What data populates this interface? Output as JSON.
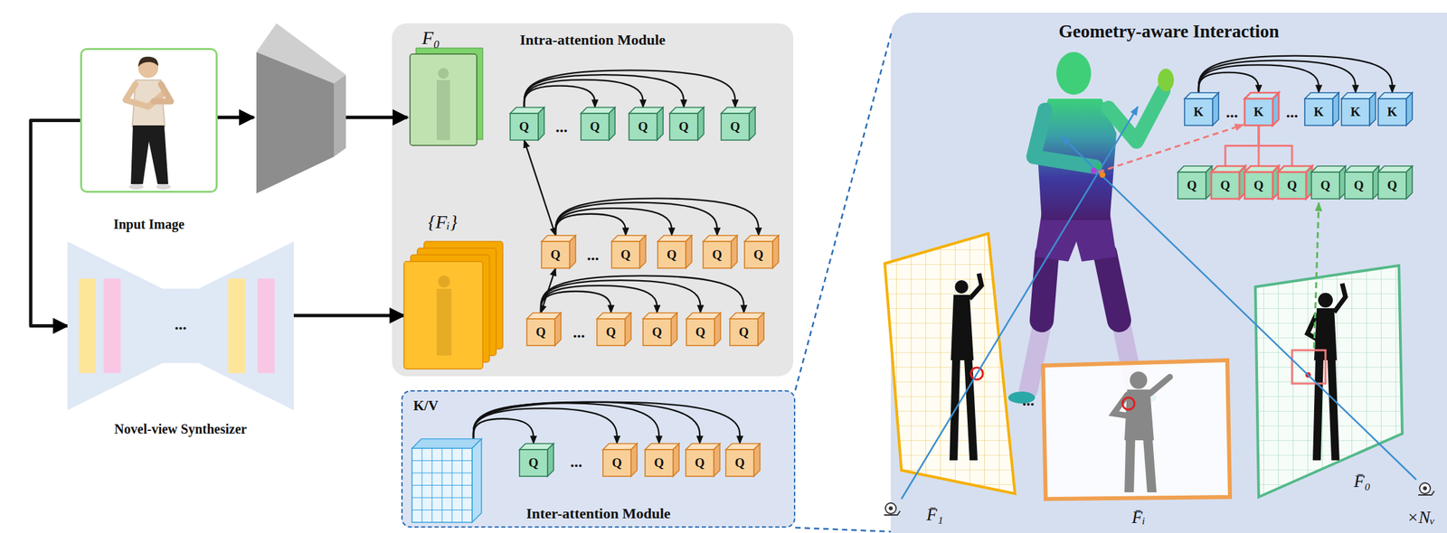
{
  "diagram": {
    "nodes": [
      {
        "text": [
          "Input Image"
        ]
      },
      {
        "text": [
          "Novel-view Synthesizer",
          "..."
        ]
      },
      {
        "text": [
          "Intra-attention Module"
        ]
      },
      {
        "text": [
          "F₀"
        ],
        "in": 2
      },
      {
        "text": [
          "{Fᵢ}"
        ],
        "in": 2
      },
      {
        "text": [
          "Q"
        ],
        "in": 2
      },
      {
        "text": [
          "Q"
        ],
        "in": 2
      },
      {
        "text": [
          "Q"
        ],
        "in": 2
      },
      {
        "text": [
          "Q"
        ],
        "in": 2
      },
      {
        "text": [
          "Q"
        ],
        "in": 2
      },
      {
        "text": [
          "Q"
        ],
        "in": 2
      },
      {
        "text": [
          "Q"
        ],
        "in": 2
      },
      {
        "text": [
          "Q"
        ],
        "in": 2
      },
      {
        "text": [
          "Q"
        ],
        "in": 2
      },
      {
        "text": [
          "Q"
        ],
        "in": 2
      },
      {
        "text": [
          "Q"
        ],
        "in": 2
      },
      {
        "text": [
          "Q"
        ],
        "in": 2
      },
      {
        "text": [
          "Q"
        ],
        "in": 2
      },
      {
        "text": [
          "Q"
        ],
        "in": 2
      },
      {
        "text": [
          "Q"
        ],
        "in": 2
      },
      {
        "text": [
          "Inter-attention Module"
        ]
      },
      {
        "text": [
          "K/V"
        ],
        "in": 20
      },
      {
        "text": [
          "Q"
        ],
        "in": 20
      },
      {
        "text": [
          "Q"
        ],
        "in": 20
      },
      {
        "text": [
          "Q"
        ],
        "in": 20
      },
      {
        "text": [
          "Q"
        ],
        "in": 20
      },
      {
        "text": [
          "Q"
        ],
        "in": 20
      },
      {
        "text": [
          "Geometry-aware Interaction"
        ]
      },
      {
        "text": [
          "K"
        ],
        "in": 27
      },
      {
        "text": [
          "K"
        ],
        "in": 27
      },
      {
        "text": [
          "K"
        ],
        "in": 27
      },
      {
        "text": [
          "K"
        ],
        "in": 27
      },
      {
        "text": [
          "K"
        ],
        "in": 27
      },
      {
        "text": [
          "Q"
        ],
        "in": 27
      },
      {
        "text": [
          "Q"
        ],
        "in": 27
      },
      {
        "text": [
          "Q"
        ],
        "in": 27
      },
      {
        "text": [
          "Q"
        ],
        "in": 27
      },
      {
        "text": [
          "Q"
        ],
        "in": 27
      },
      {
        "text": [
          "Q"
        ],
        "in": 27
      },
      {
        "text": [
          "Q"
        ],
        "in": 27
      }
    ],
    "edges": [
      {
        "from": 0,
        "to": 1,
        "arrow": "to"
      },
      {
        "from": 1,
        "to": 4,
        "arrow": "to"
      },
      {
        "from": 5,
        "to": 6,
        "arrow": "to"
      },
      {
        "from": 5,
        "to": 7,
        "arrow": "to"
      },
      {
        "from": 5,
        "to": 8,
        "arrow": "to"
      },
      {
        "from": 5,
        "to": 9,
        "arrow": "to"
      },
      {
        "from": 10,
        "to": 11,
        "arrow": "to"
      },
      {
        "from": 10,
        "to": 12,
        "arrow": "to"
      },
      {
        "from": 10,
        "to": 13,
        "arrow": "to"
      },
      {
        "from": 10,
        "to": 14,
        "arrow": "to"
      },
      {
        "from": 15,
        "to": 16,
        "arrow": "to"
      },
      {
        "from": 15,
        "to": 17,
        "arrow": "to"
      },
      {
        "from": 15,
        "to": 18,
        "arrow": "to"
      },
      {
        "from": 15,
        "to": 19,
        "arrow": "to"
      },
      {
        "from": 5,
        "to": 10,
        "arrow": "both"
      },
      {
        "from": 10,
        "to": 15,
        "arrow": "both"
      },
      {
        "from": 21,
        "to": 22,
        "arrow": "to"
      },
      {
        "from": 21,
        "to": 23,
        "arrow": "to"
      },
      {
        "from": 21,
        "to": 24,
        "arrow": "to"
      },
      {
        "from": 21,
        "to": 25,
        "arrow": "to"
      },
      {
        "from": 21,
        "to": 26,
        "arrow": "to"
      },
      {
        "from": 28,
        "to": 29,
        "arrow": "to"
      },
      {
        "from": 28,
        "to": 30,
        "arrow": "to"
      },
      {
        "from": 28,
        "to": 31,
        "arrow": "to"
      },
      {
        "from": 28,
        "to": 32,
        "arrow": "to"
      },
      {
        "from": 29,
        "to": 34,
        "arrow": "none"
      },
      {
        "from": 29,
        "to": 35,
        "arrow": "none"
      },
      {
        "from": 29,
        "to": 36,
        "arrow": "none"
      }
    ],
    "labels": [
      "...",
      "...",
      "...",
      "...",
      "...",
      "...",
      "...",
      "F̄₁",
      "F̄ᵢ",
      "F̄₀",
      "×Nᵥ"
    ]
  }
}
